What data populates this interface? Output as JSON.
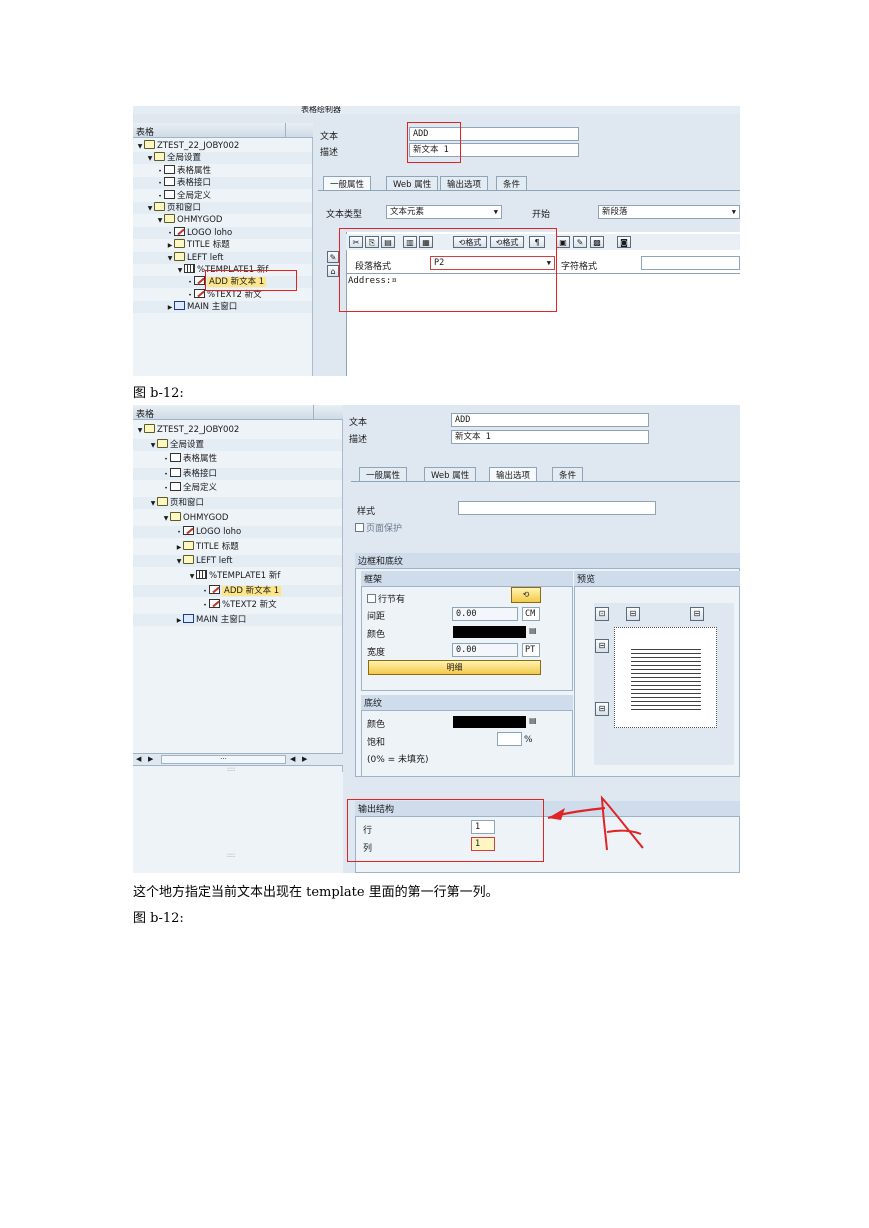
{
  "shot1": {
    "toolbar_label": "表格绘制器",
    "tree_title": "表格",
    "tree": [
      {
        "level": 0,
        "arrow": "▼",
        "icon": "folder",
        "text": "ZTEST_22_JOBY002"
      },
      {
        "level": 1,
        "arrow": "▼",
        "icon": "folder",
        "text": "全局设置"
      },
      {
        "level": 2,
        "arrow": "•",
        "icon": "doc",
        "text": "表格属性"
      },
      {
        "level": 2,
        "arrow": "•",
        "icon": "doc",
        "text": "表格接口"
      },
      {
        "level": 2,
        "arrow": "•",
        "icon": "doc",
        "text": "全局定义"
      },
      {
        "level": 1,
        "arrow": "▼",
        "icon": "folder",
        "text": "页和窗口"
      },
      {
        "level": 2,
        "arrow": "▼",
        "icon": "folder",
        "text": "OHMYGOD"
      },
      {
        "level": 3,
        "arrow": "•",
        "icon": "pen",
        "text": "LOGO loho"
      },
      {
        "level": 3,
        "arrow": "▶",
        "icon": "folder",
        "text": "TITLE 标题"
      },
      {
        "level": 3,
        "arrow": "▼",
        "icon": "folder",
        "text": "LEFT left"
      },
      {
        "level": 4,
        "arrow": "▼",
        "icon": "tbl",
        "text": "%TEMPLATE1 新f"
      },
      {
        "level": 5,
        "arrow": "•",
        "icon": "pen",
        "text": "ADD 新文本 1",
        "hl": true
      },
      {
        "level": 5,
        "arrow": "•",
        "icon": "pen",
        "text": "%TEXT2 新文"
      },
      {
        "level": 3,
        "arrow": "▶",
        "icon": "win",
        "text": "MAIN 主窗口"
      }
    ],
    "label_text": "文本",
    "value_text": "ADD",
    "label_desc": "描述",
    "value_desc": "新文本 1",
    "tabs": [
      "一般属性",
      "Web 属性",
      "输出选项",
      "条件"
    ],
    "label_text_type": "文本类型",
    "value_text_type": "文本元素",
    "label_start": "开始",
    "value_start": "新段落",
    "tool_format1": "格式",
    "tool_format2": "格式",
    "tool_para": "¶",
    "label_para_fmt": "段落格式",
    "value_para_fmt": "P2",
    "label_char_fmt": "字符格式",
    "editor_text": "Address:¤"
  },
  "caption1": "图 b-12:",
  "shot2": {
    "tree_title": "表格",
    "tree": [
      {
        "level": 0,
        "arrow": "▼",
        "icon": "folder",
        "text": "ZTEST_22_JOBY002"
      },
      {
        "level": 1,
        "arrow": "▼",
        "icon": "folder",
        "text": "全局设置"
      },
      {
        "level": 2,
        "arrow": "•",
        "icon": "doc",
        "text": "表格属性"
      },
      {
        "level": 2,
        "arrow": "•",
        "icon": "doc",
        "text": "表格接口"
      },
      {
        "level": 2,
        "arrow": "•",
        "icon": "doc",
        "text": "全局定义"
      },
      {
        "level": 1,
        "arrow": "▼",
        "icon": "folder",
        "text": "页和窗口"
      },
      {
        "level": 2,
        "arrow": "▼",
        "icon": "folder",
        "text": "OHMYGOD"
      },
      {
        "level": 3,
        "arrow": "•",
        "icon": "pen",
        "text": "LOGO loho"
      },
      {
        "level": 3,
        "arrow": "▶",
        "icon": "folder",
        "text": "TITLE 标题"
      },
      {
        "level": 3,
        "arrow": "▼",
        "icon": "folder",
        "text": "LEFT left"
      },
      {
        "level": 4,
        "arrow": "▼",
        "icon": "tbl",
        "text": "%TEMPLATE1 新f"
      },
      {
        "level": 5,
        "arrow": "•",
        "icon": "pen",
        "text": "ADD 新文本 1",
        "hl": true
      },
      {
        "level": 5,
        "arrow": "•",
        "icon": "pen",
        "text": "%TEXT2 新文"
      },
      {
        "level": 3,
        "arrow": "▶",
        "icon": "win",
        "text": "MAIN 主窗口"
      }
    ],
    "label_text": "文本",
    "value_text": "ADD",
    "label_desc": "描述",
    "value_desc": "新文本 1",
    "tabs": [
      "一般属性",
      "Web 属性",
      "输出选项",
      "条件"
    ],
    "label_style": "样式",
    "label_page_protect": "页面保护",
    "group_border_shading": "边框和底纹",
    "group_frame": "框架",
    "group_preview": "预览",
    "label_with_shadow": "行节有",
    "label_spacing": "间距",
    "value_spacing": "0.00",
    "unit_spacing": "CM",
    "label_color": "颜色",
    "label_width": "宽度",
    "value_width": "0.00",
    "unit_width": "PT",
    "btn_detail": "明细",
    "group_shading": "底纹",
    "label_shade_color": "颜色",
    "label_saturation": "饱和",
    "unit_saturation": "%",
    "note_saturation": "(0% = 未填充)",
    "group_output_struct": "输出结构",
    "label_row": "行",
    "value_row": "1",
    "label_col": "列",
    "value_col": "1",
    "scroll_dots": "···",
    "grip": "::::"
  },
  "body_text": "这个地方指定当前文本出现在 template 里面的第一行第一列。",
  "caption2": "图 b-12:"
}
